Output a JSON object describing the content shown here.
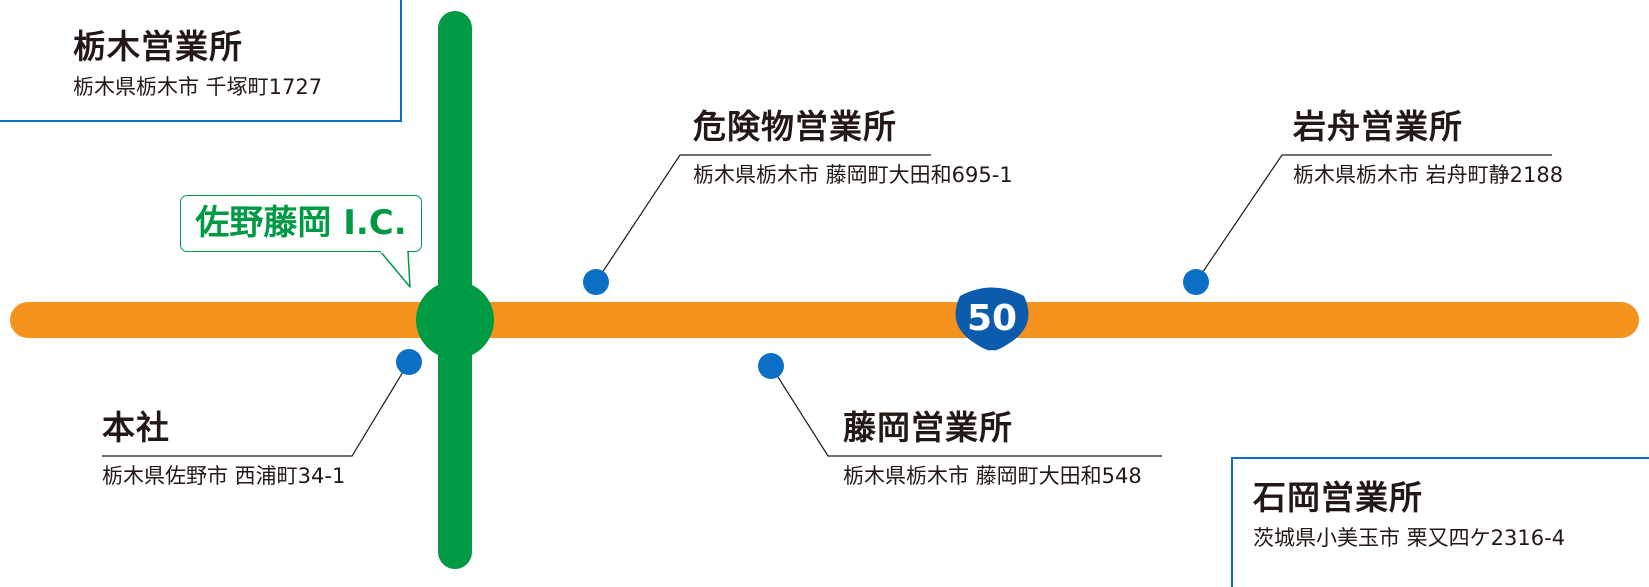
{
  "colors": {
    "road_orange": "#f5921e",
    "road_green": "#009944",
    "marker_blue": "#0b6fc6",
    "route_shield_blue": "#0b5cad",
    "text": "#231815"
  },
  "interchange": {
    "label": "佐野藤岡 I.C."
  },
  "route": {
    "number": "50"
  },
  "offices": {
    "tochigi": {
      "name": "栃木営業所",
      "address": "栃木県栃木市 千塚町1727"
    },
    "kikenbutsu": {
      "name": "危険物営業所",
      "address": "栃木県栃木市 藤岡町大田和695-1"
    },
    "iwafune": {
      "name": "岩舟営業所",
      "address": "栃木県栃木市 岩舟町静2188"
    },
    "honsha": {
      "name": "本社",
      "address": "栃木県佐野市 西浦町34-1"
    },
    "fujioka": {
      "name": "藤岡営業所",
      "address": "栃木県栃木市 藤岡町大田和548"
    },
    "ishioka": {
      "name": "石岡営業所",
      "address": "茨城県小美玉市 栗又四ケ2316-4"
    }
  }
}
